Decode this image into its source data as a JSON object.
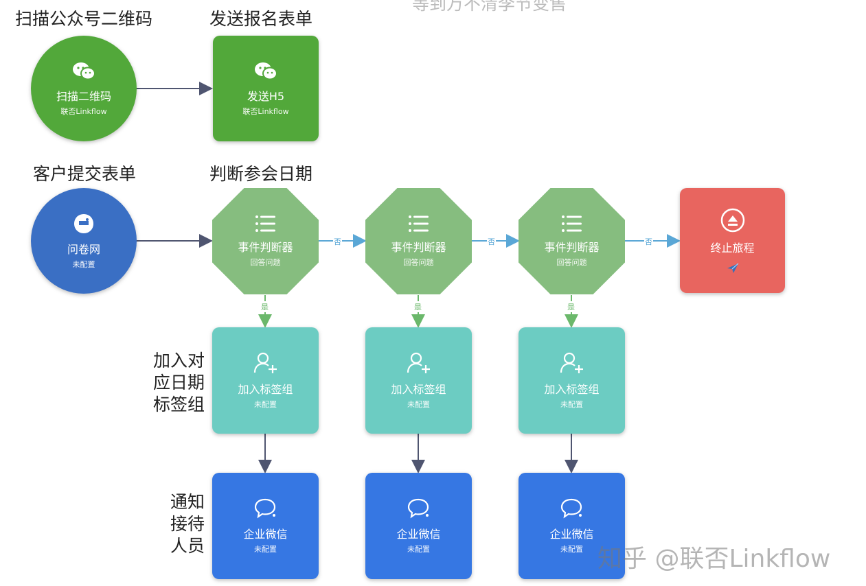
{
  "top_cut_text": "等到万不清李节变售",
  "labels": {
    "scan_qr": "扫描公众号二维码",
    "send_form": "发送报名表单",
    "submit_form": "客户提交表单",
    "judge_date": "判断参会日期",
    "join_group": [
      "加入对",
      "应日期",
      "标签组"
    ],
    "notify": [
      "通知",
      "接待",
      "人员"
    ]
  },
  "nodes": {
    "scan": {
      "title": "扫描二维码",
      "sub": "联否Linkflow",
      "color": "#52a83a",
      "icon": "wechat-icon"
    },
    "send_h5": {
      "title": "发送H5",
      "sub": "联否Linkflow",
      "color": "#52a83a",
      "icon": "wechat-icon"
    },
    "questionnaire": {
      "title": "问卷网",
      "sub": "未配置",
      "color": "#3a6fc4",
      "icon": "questionnaire-icon"
    },
    "judges": [
      {
        "title": "事件判断器",
        "sub": "回答问题"
      },
      {
        "title": "事件判断器",
        "sub": "回答问题"
      },
      {
        "title": "事件判断器",
        "sub": "回答问题"
      }
    ],
    "judge_color": "#86bd7f",
    "end": {
      "title": "终止旅程",
      "color": "#e8655f",
      "icon": "eject-icon",
      "badge": "plane-icon"
    },
    "tags": [
      {
        "title": "加入标签组",
        "sub": "未配置"
      },
      {
        "title": "加入标签组",
        "sub": "未配置"
      },
      {
        "title": "加入标签组",
        "sub": "未配置"
      }
    ],
    "tag_color": "#6cccc2",
    "wecom": [
      {
        "title": "企业微信",
        "sub": "未配置"
      },
      {
        "title": "企业微信",
        "sub": "未配置"
      },
      {
        "title": "企业微信",
        "sub": "未配置"
      }
    ],
    "wecom_color": "#3677e3"
  },
  "edge_labels": {
    "no": "否",
    "yes": "是"
  },
  "watermark": "知乎 @联否Linkflow"
}
